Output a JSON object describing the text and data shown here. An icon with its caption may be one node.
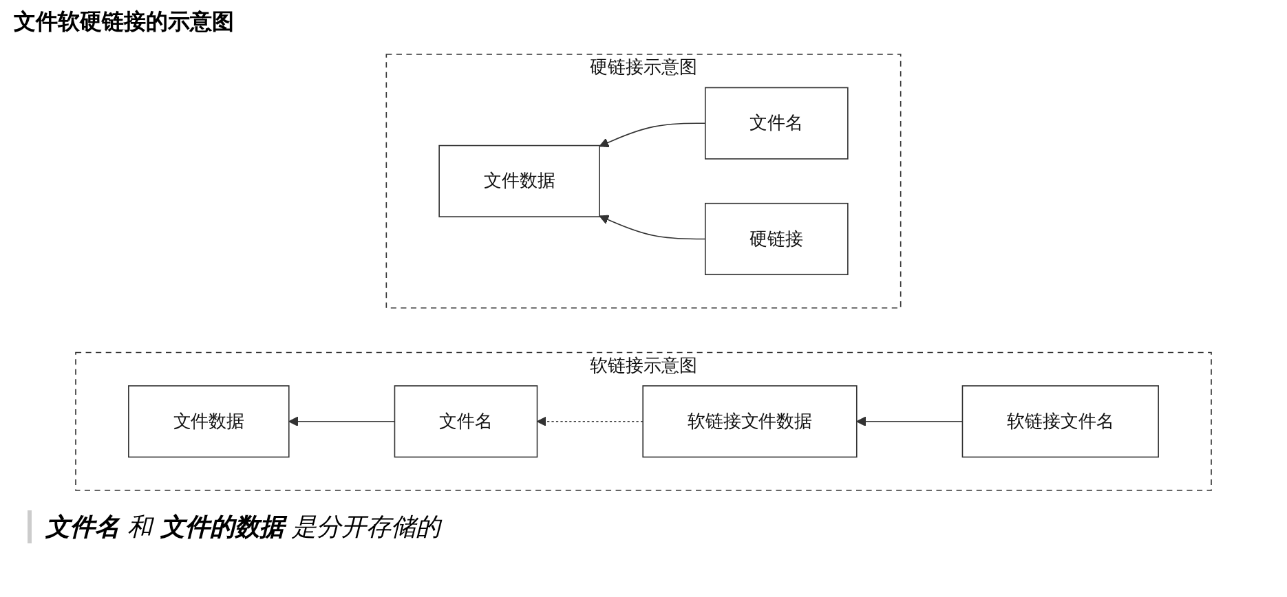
{
  "diagram": {
    "title": "文件软硬链接的示意图",
    "caption": "**文件名** 和 **文件的数据** 是分开存储的",
    "nodes": [
      {
        "text": [
          "软链接示意图"
        ]
      },
      {
        "text": [
          "软链接文件数据"
        ],
        "in": 0
      },
      {
        "text": [
          "软链接文件名"
        ],
        "in": 0
      },
      {
        "text": [
          "文件数据"
        ],
        "in": 0
      },
      {
        "text": [
          "文件名"
        ],
        "in": 0
      },
      {
        "text": [
          "硬链接示意图"
        ]
      },
      {
        "text": [
          "文件数据"
        ],
        "in": 5
      },
      {
        "text": [
          "文件名"
        ],
        "in": 5
      },
      {
        "text": [
          "硬链接"
        ],
        "in": 5
      }
    ],
    "edges": [
      {
        "from": 2,
        "to": 1,
        "arrow": "to"
      },
      {
        "from": 1,
        "to": 4,
        "arrow": "to",
        "style": "dashed"
      },
      {
        "from": 4,
        "to": 3,
        "arrow": "to"
      },
      {
        "from": 7,
        "to": 6,
        "arrow": "to"
      },
      {
        "from": 8,
        "to": 6,
        "arrow": "to"
      }
    ]
  }
}
